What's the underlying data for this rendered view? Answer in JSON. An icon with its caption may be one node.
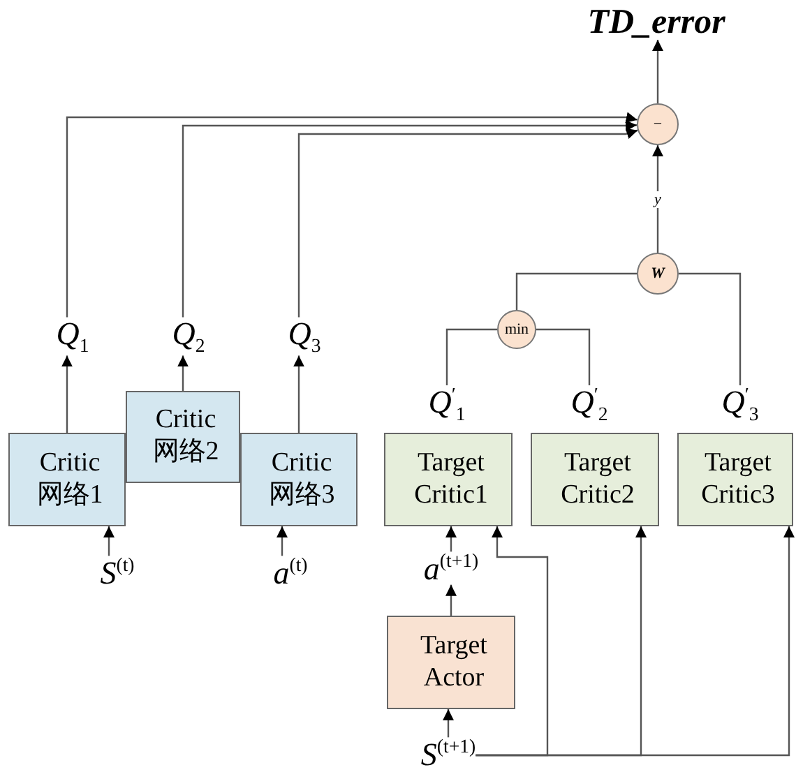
{
  "diagram": {
    "nodes": [
      {
        "text": [
          "TD_error"
        ]
      },
      {
        "text": [
          "−"
        ]
      },
      {
        "text": [
          "*Q*$_{1}$"
        ]
      },
      {
        "text": [
          "*Q*$_{2}$"
        ]
      },
      {
        "text": [
          "*Q*$_{3}$"
        ]
      },
      {
        "text": [
          "Critic 网络1"
        ]
      },
      {
        "text": [
          "Critic 网络2"
        ]
      },
      {
        "text": [
          "Critic 网络3"
        ]
      },
      {
        "text": [
          "*S*$^{(t)}$"
        ]
      },
      {
        "text": [
          "*a*$^{(t)}$"
        ]
      },
      {
        "text": [
          "W"
        ]
      },
      {
        "text": [
          "min"
        ]
      },
      {
        "text": [
          "*Q*$^{′}$$_{1}$"
        ]
      },
      {
        "text": [
          "*Q*$^{′}$$_{2}$"
        ]
      },
      {
        "text": [
          "*Q*$^{′}$$_{3}$"
        ]
      },
      {
        "text": [
          "Target Critic1"
        ]
      },
      {
        "text": [
          "Target Critic2"
        ]
      },
      {
        "text": [
          "Target Critic3"
        ]
      },
      {
        "text": [
          "*a*$^{(t+1)}$"
        ]
      },
      {
        "text": [
          "Target Actor"
        ]
      },
      {
        "text": [
          "*S*$^{(t+1)}$"
        ]
      }
    ],
    "edges": [
      {
        "from": 5,
        "to": 2,
        "arrow": "to"
      },
      {
        "from": 6,
        "to": 3,
        "arrow": "to"
      },
      {
        "from": 7,
        "to": 4,
        "arrow": "to"
      },
      {
        "from": 8,
        "to": 5,
        "arrow": "to"
      },
      {
        "from": 9,
        "to": 7,
        "arrow": "to"
      },
      {
        "from": 2,
        "to": 1,
        "arrow": "to"
      },
      {
        "from": 3,
        "to": 1,
        "arrow": "to"
      },
      {
        "from": 4,
        "to": 1,
        "arrow": "to"
      },
      {
        "from": 1,
        "to": 0,
        "arrow": "to"
      },
      {
        "from": 10,
        "to": 1,
        "arrow": "to",
        "label": "y"
      },
      {
        "from": 11,
        "to": 10,
        "arrow": "none"
      },
      {
        "from": 14,
        "to": 10,
        "arrow": "none"
      },
      {
        "from": 12,
        "to": 11,
        "arrow": "none"
      },
      {
        "from": 13,
        "to": 11,
        "arrow": "none"
      },
      {
        "from": 19,
        "to": 18,
        "arrow": "to"
      },
      {
        "from": 18,
        "to": 15,
        "arrow": "to"
      },
      {
        "from": 20,
        "to": 19,
        "arrow": "to"
      },
      {
        "from": 20,
        "to": 15,
        "arrow": "to"
      },
      {
        "from": 20,
        "to": 16,
        "arrow": "to"
      },
      {
        "from": 20,
        "to": 17,
        "arrow": "to"
      }
    ]
  }
}
